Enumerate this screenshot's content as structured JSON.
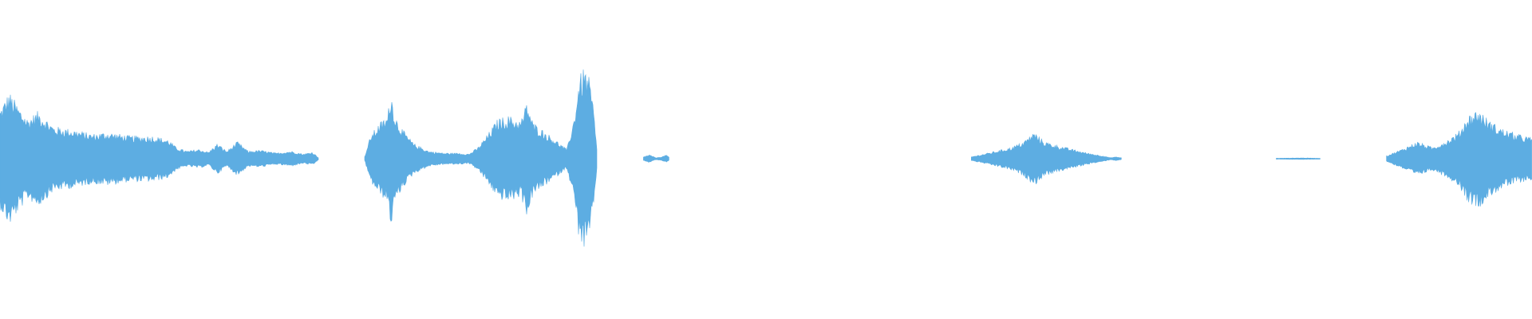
{
  "waveform": {
    "color": "#5dade2",
    "background": "#ffffff",
    "max_amplitude": 1.0,
    "segments": [
      {
        "name": "segment-1",
        "start": 0.0,
        "end": 0.208,
        "envelope": [
          [
            0.0,
            0.52
          ],
          [
            0.006,
            0.7
          ],
          [
            0.012,
            0.55
          ],
          [
            0.018,
            0.42
          ],
          [
            0.025,
            0.5
          ],
          [
            0.035,
            0.34
          ],
          [
            0.05,
            0.3
          ],
          [
            0.06,
            0.26
          ],
          [
            0.07,
            0.28
          ],
          [
            0.085,
            0.24
          ],
          [
            0.1,
            0.24
          ],
          [
            0.11,
            0.2
          ],
          [
            0.115,
            0.12
          ],
          [
            0.122,
            0.08
          ],
          [
            0.13,
            0.1
          ],
          [
            0.136,
            0.07
          ],
          [
            0.142,
            0.16
          ],
          [
            0.148,
            0.08
          ],
          [
            0.155,
            0.18
          ],
          [
            0.162,
            0.08
          ],
          [
            0.17,
            0.09
          ],
          [
            0.18,
            0.06
          ],
          [
            0.19,
            0.08
          ],
          [
            0.198,
            0.05
          ],
          [
            0.204,
            0.07
          ],
          [
            0.208,
            0.01
          ]
        ]
      },
      {
        "name": "segment-2",
        "start": 0.238,
        "end": 0.39,
        "envelope": [
          [
            0.238,
            0.02
          ],
          [
            0.242,
            0.25
          ],
          [
            0.248,
            0.38
          ],
          [
            0.253,
            0.45
          ],
          [
            0.255,
            0.72
          ],
          [
            0.258,
            0.45
          ],
          [
            0.263,
            0.3
          ],
          [
            0.27,
            0.16
          ],
          [
            0.28,
            0.08
          ],
          [
            0.29,
            0.06
          ],
          [
            0.3,
            0.06
          ],
          [
            0.306,
            0.05
          ],
          [
            0.312,
            0.12
          ],
          [
            0.318,
            0.25
          ],
          [
            0.325,
            0.42
          ],
          [
            0.332,
            0.45
          ],
          [
            0.34,
            0.4
          ],
          [
            0.344,
            0.6
          ],
          [
            0.348,
            0.38
          ],
          [
            0.356,
            0.28
          ],
          [
            0.364,
            0.18
          ],
          [
            0.37,
            0.1
          ],
          [
            0.375,
            0.45
          ],
          [
            0.378,
            0.85
          ],
          [
            0.381,
            0.95
          ],
          [
            0.384,
            0.88
          ],
          [
            0.387,
            0.6
          ],
          [
            0.39,
            0.02
          ]
        ]
      },
      {
        "name": "segment-3",
        "start": 0.42,
        "end": 0.437,
        "envelope": [
          [
            0.42,
            0.02
          ],
          [
            0.424,
            0.04
          ],
          [
            0.428,
            0.01
          ],
          [
            0.432,
            0.02
          ],
          [
            0.435,
            0.04
          ],
          [
            0.437,
            0.01
          ]
        ]
      },
      {
        "name": "segment-4",
        "start": 0.634,
        "end": 0.732,
        "envelope": [
          [
            0.634,
            0.02
          ],
          [
            0.645,
            0.06
          ],
          [
            0.66,
            0.12
          ],
          [
            0.668,
            0.18
          ],
          [
            0.675,
            0.28
          ],
          [
            0.682,
            0.18
          ],
          [
            0.695,
            0.12
          ],
          [
            0.71,
            0.06
          ],
          [
            0.72,
            0.03
          ],
          [
            0.725,
            0.01
          ],
          [
            0.728,
            0.02
          ],
          [
            0.732,
            0.01
          ]
        ]
      },
      {
        "name": "segment-5",
        "start": 0.833,
        "end": 0.862,
        "envelope": [
          [
            0.833,
            0.005
          ],
          [
            0.85,
            0.008
          ],
          [
            0.862,
            0.005
          ]
        ]
      },
      {
        "name": "segment-6",
        "start": 0.905,
        "end": 1.0,
        "envelope": [
          [
            0.905,
            0.03
          ],
          [
            0.915,
            0.1
          ],
          [
            0.925,
            0.18
          ],
          [
            0.935,
            0.12
          ],
          [
            0.945,
            0.2
          ],
          [
            0.952,
            0.28
          ],
          [
            0.958,
            0.45
          ],
          [
            0.965,
            0.52
          ],
          [
            0.972,
            0.4
          ],
          [
            0.98,
            0.32
          ],
          [
            0.99,
            0.26
          ],
          [
            1.0,
            0.22
          ]
        ]
      }
    ]
  }
}
